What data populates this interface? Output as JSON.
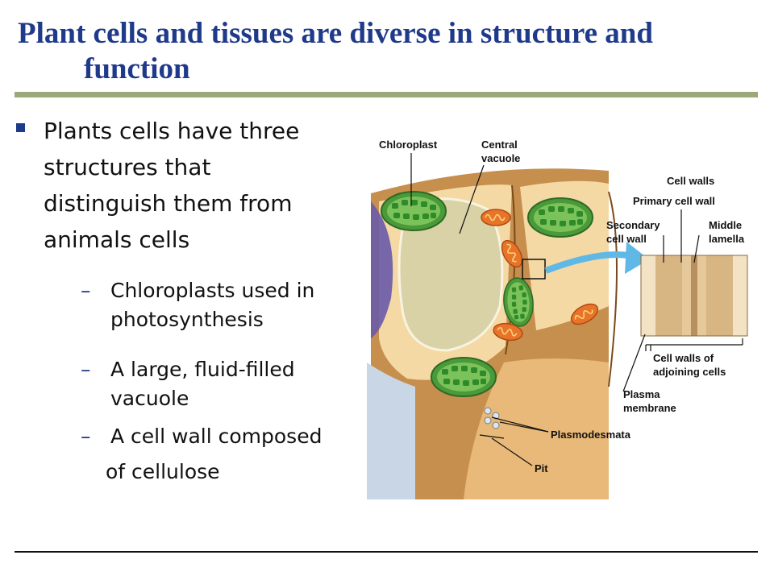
{
  "slide": {
    "title_line1": "Plant cells and tissues are diverse in structure and",
    "title_line2": "function",
    "bullet_main": [
      "Plants cells have three",
      "structures that",
      "distinguish them from",
      "animals cells"
    ],
    "sub_dash": "–",
    "sub1": [
      "Chloroplasts used in",
      "photosynthesis"
    ],
    "sub2": [
      "A large, fluid-filled",
      "vacuole"
    ],
    "sub3": "A cell wall composed",
    "sub3_cont": "of cellulose"
  },
  "figure": {
    "chloroplast": "Chloroplast",
    "central": "Central",
    "vacuole": "vacuole",
    "cell_walls": "Cell walls",
    "primary_cell_wall": "Primary cell wall",
    "secondary": "Secondary",
    "cell_wall": "cell wall",
    "middle": "Middle",
    "lamella": "lamella",
    "cell_walls_of": "Cell walls of",
    "adjoining_cells": "adjoining cells",
    "plasma": "Plasma",
    "membrane": "membrane",
    "plasmodesmata": "Plasmodesmata",
    "pit": "Pit"
  }
}
